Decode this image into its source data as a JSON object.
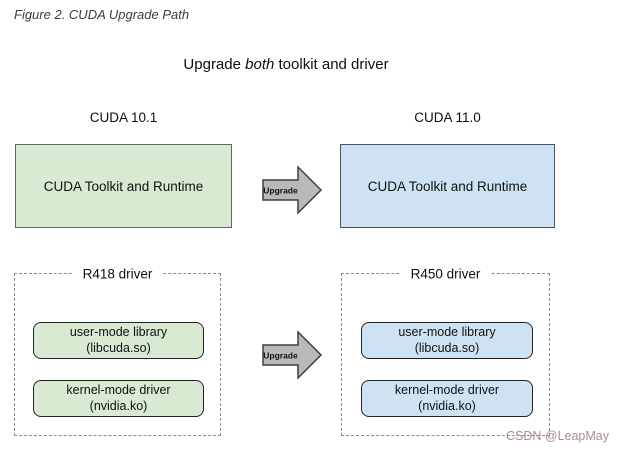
{
  "figure": {
    "caption": "Figure 2. CUDA Upgrade Path"
  },
  "heading": {
    "pre": "Upgrade ",
    "emphasis": "both",
    "post": " toolkit and driver"
  },
  "toolkit_row": {
    "left": {
      "version": "CUDA 10.1",
      "box_label": "CUDA Toolkit and Runtime"
    },
    "right": {
      "version": "CUDA 11.0",
      "box_label": "CUDA Toolkit and Runtime"
    },
    "arrow_label": "Upgrade"
  },
  "driver_row": {
    "left": {
      "title": "R418 driver",
      "items": [
        {
          "name": "user-mode library",
          "file": "(libcuda.so)"
        },
        {
          "name": "kernel-mode driver",
          "file": "(nvidia.ko)"
        }
      ]
    },
    "right": {
      "title": "R450 driver",
      "items": [
        {
          "name": "user-mode library",
          "file": "(libcuda.so)"
        },
        {
          "name": "kernel-mode driver",
          "file": "(nvidia.ko)"
        }
      ]
    },
    "arrow_label": "Upgrade"
  },
  "watermark": "CSDN @LeapMay",
  "colors": {
    "green_fill": "#d9ead3",
    "blue_fill": "#cfe2f3",
    "arrow_fill": "#b9b9b9",
    "arrow_border": "#3f3f3f",
    "watermark_color": "#a4908f"
  }
}
